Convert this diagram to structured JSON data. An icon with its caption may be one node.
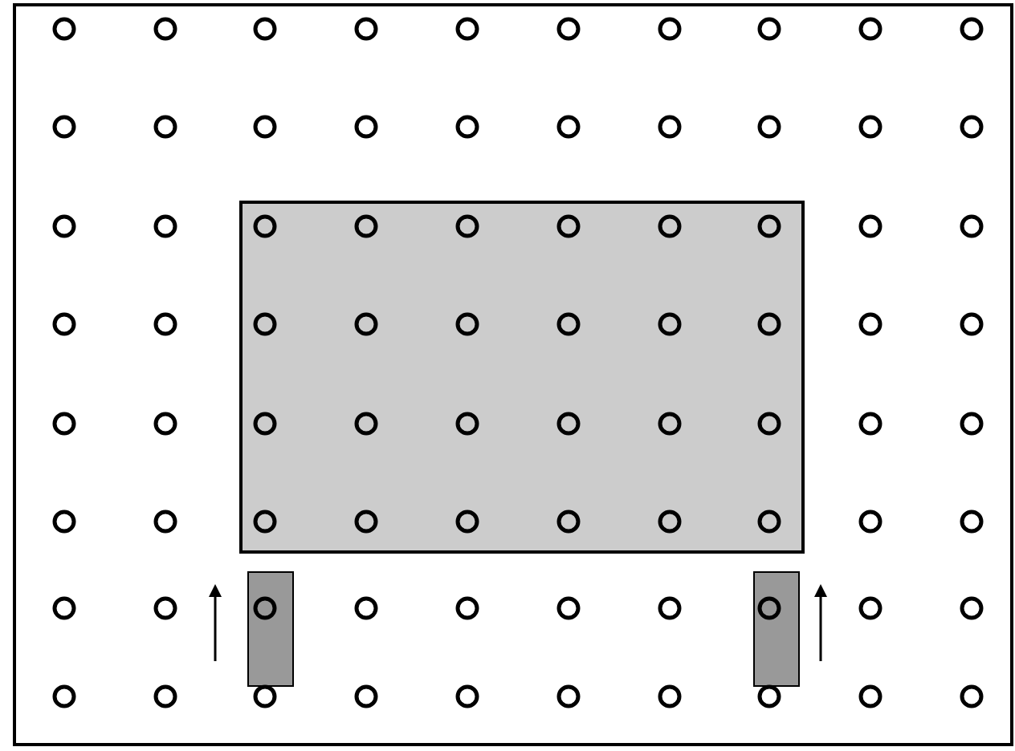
{
  "diagram": {
    "nodes": [
      {
        "text": [],
        "shape": "box"
      },
      {
        "text": [],
        "shape": "box",
        "in": 0
      },
      {
        "text": [],
        "shape": "bar",
        "in": 0
      },
      {
        "text": [],
        "shape": "bar",
        "in": 0
      }
    ]
  }
}
